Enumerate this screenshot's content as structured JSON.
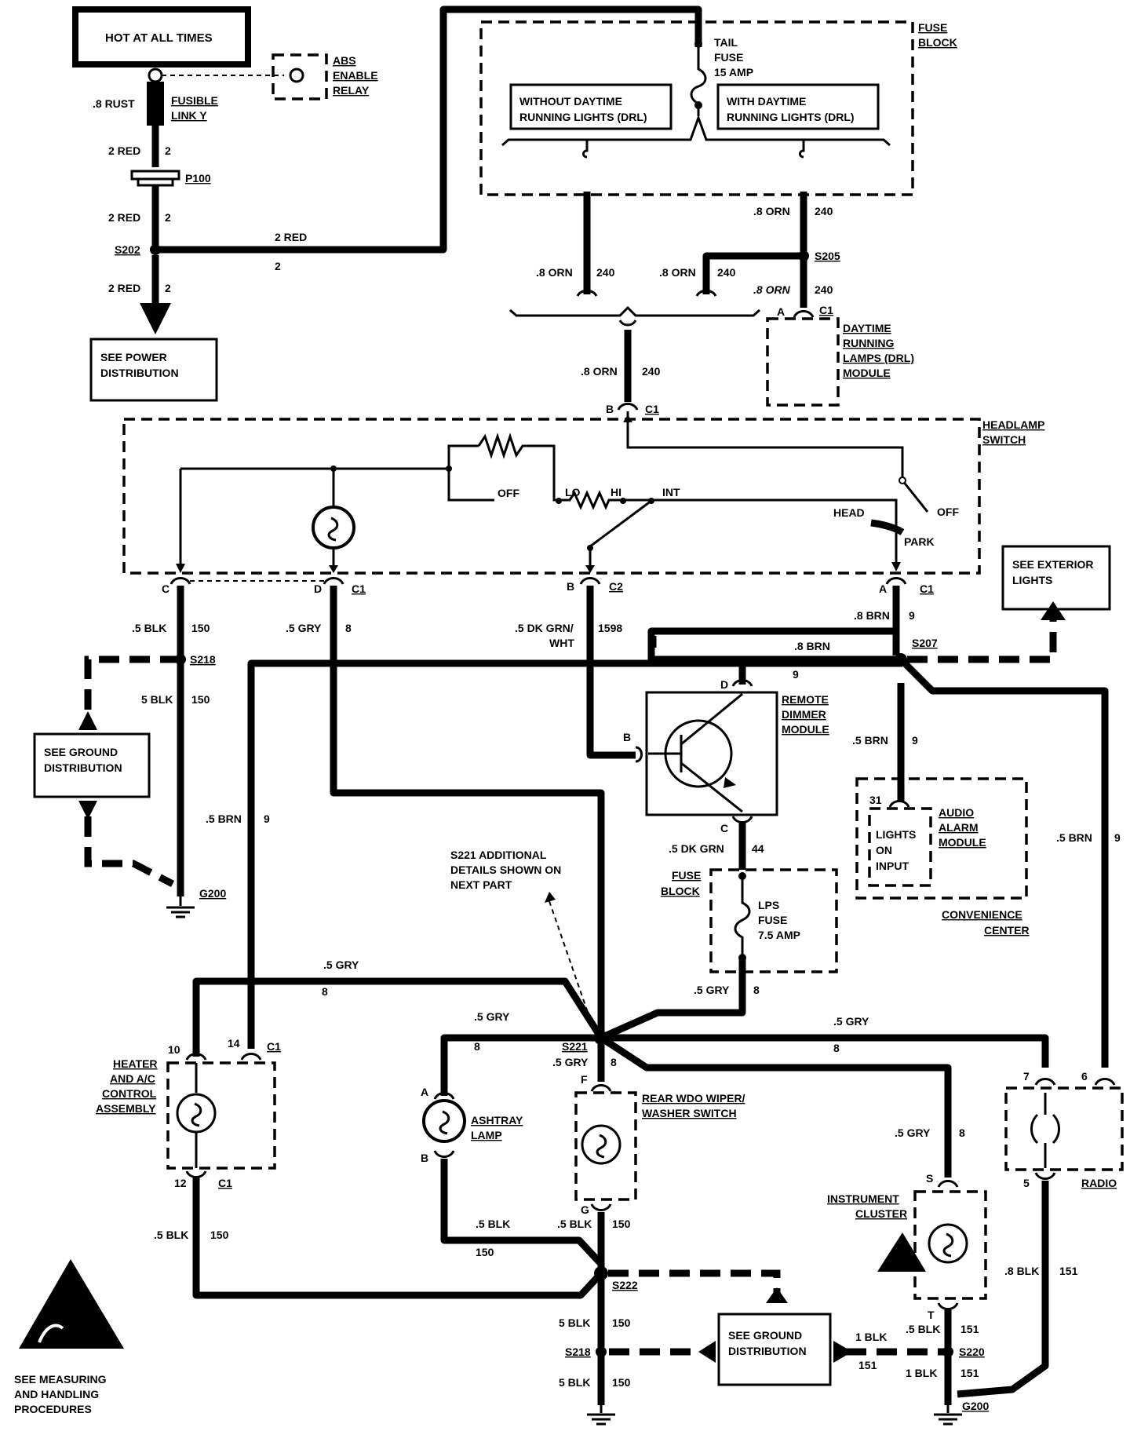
{
  "hot_at_all_times": "HOT AT ALL TIMES",
  "abs": {
    "l1": "ABS",
    "l2": "ENABLE",
    "l3": "RELAY"
  },
  "fusible_link": {
    "wire": ".8 RUST",
    "l1": "FUSIBLE",
    "l2": "LINK Y"
  },
  "wires": {
    "red2": "2 RED",
    "c2": "2",
    "c150": "150",
    "c240": "240",
    "c8": "8",
    "c9": "9",
    "c1598": "1598",
    "c44": "44",
    "c151": "151",
    "orn8": ".8 ORN",
    "orn8i": ".8 ORN",
    "blk5": ".5 BLK",
    "blk5b": "5 BLK",
    "gry5": ".5 GRY",
    "brn5": ".5 BRN",
    "brn8": ".8 BRN",
    "dkgrn1": ".5 DK GRN/",
    "dkgrn2": "WHT",
    "dkgrn": ".5 DK GRN",
    "blk8": ".8 BLK",
    "blk1": "1 BLK"
  },
  "splices": {
    "p100": "P100",
    "s202": "S202",
    "s205": "S205",
    "s218": "S218",
    "s207": "S207",
    "s221": "S221",
    "s222": "S222",
    "s220": "S220",
    "g200": "G200"
  },
  "see_power": {
    "l1": "SEE POWER",
    "l2": "DISTRIBUTION"
  },
  "fuse_block": {
    "l1": "FUSE",
    "l2": "BLOCK"
  },
  "tail_fuse": {
    "l1": "TAIL",
    "l2": "FUSE",
    "l3": "15 AMP"
  },
  "without_drl": {
    "l1": "WITHOUT DAYTIME",
    "l2": "RUNNING LIGHTS (DRL)"
  },
  "with_drl": {
    "l1": "WITH DAYTIME",
    "l2": "RUNNING LIGHTS (DRL)"
  },
  "drl_module": {
    "l1": "DAYTIME",
    "l2": "RUNNING",
    "l3": "LAMPS (DRL)",
    "l4": "MODULE"
  },
  "headlamp_switch": {
    "l1": "HEADLAMP",
    "l2": "SWITCH"
  },
  "switch_labels": {
    "off": "OFF",
    "lo": "LO",
    "hi": "HI",
    "int": "INT",
    "head": "HEAD",
    "park": "PARK",
    "off2": "OFF"
  },
  "pins": {
    "a": "A",
    "b": "B",
    "c": "C",
    "d": "D",
    "f": "F",
    "g": "G",
    "s": "S",
    "t": "T",
    "p31": "31",
    "p7": "7",
    "p6": "6",
    "p5": "5",
    "p10": "10",
    "p12": "12",
    "p14": "14"
  },
  "conn": {
    "c1": "C1",
    "c2": "C2"
  },
  "see_exterior": {
    "l1": "SEE EXTERIOR",
    "l2": "LIGHTS"
  },
  "see_ground": {
    "l1": "SEE GROUND",
    "l2": "DISTRIBUTION"
  },
  "remote_dimmer": {
    "l1": "REMOTE",
    "l2": "DIMMER",
    "l3": "MODULE"
  },
  "audio_alarm": {
    "l1": "AUDIO",
    "l2": "ALARM",
    "l3": "MODULE"
  },
  "lights_on": {
    "l1": "LIGHTS",
    "l2": "ON",
    "l3": "INPUT"
  },
  "convenience": {
    "l1": "CONVENIENCE",
    "l2": "CENTER"
  },
  "fuse_block2": {
    "l1": "FUSE",
    "l2": "BLOCK"
  },
  "lps_fuse": {
    "l1": "LPS",
    "l2": "FUSE",
    "l3": "7.5 AMP"
  },
  "s221_note": {
    "l1": "S221 ADDITIONAL",
    "l2": "DETAILS SHOWN ON",
    "l3": "NEXT PART"
  },
  "heater": {
    "l1": "HEATER",
    "l2": "AND A/C",
    "l3": "CONTROL",
    "l4": "ASSEMBLY"
  },
  "ashtray": {
    "l1": "ASHTRAY",
    "l2": "LAMP"
  },
  "rear_wdo": {
    "l1": "REAR WDO WIPER/",
    "l2": "WASHER SWITCH"
  },
  "instrument": {
    "l1": "INSTRUMENT",
    "l2": "CLUSTER"
  },
  "radio": "RADIO",
  "measuring": {
    "l1": "SEE MEASURING",
    "l2": "AND HANDLING",
    "l3": "PROCEDURES"
  }
}
